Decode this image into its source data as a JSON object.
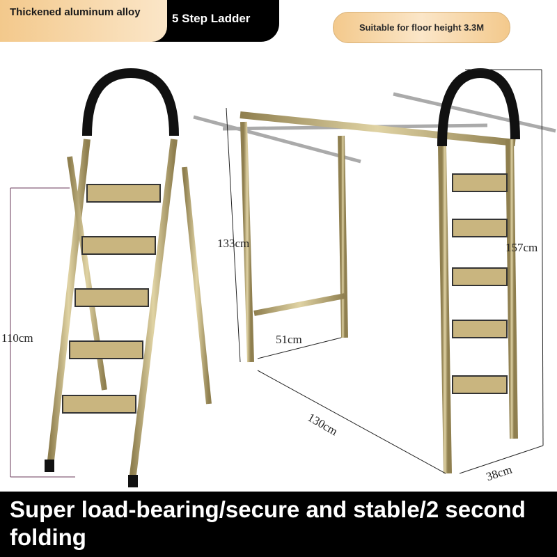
{
  "header": {
    "material_tag": "Thickened aluminum alloy",
    "product_tag": "5 Step Ladder",
    "suitability_badge": "Suitable for floor height 3.3M"
  },
  "dimensions": {
    "ladder_height": "110cm",
    "rack_height": "133cm",
    "rack_depth": "51cm",
    "rack_length": "130cm",
    "total_height": "157cm",
    "ladder_width": "38cm"
  },
  "footer": {
    "slogan": "Super load-bearing/secure and stable/2 second folding"
  },
  "colors": {
    "gold": "#b9a56f",
    "tag_gradient": "#f3c98c",
    "black": "#000000"
  }
}
